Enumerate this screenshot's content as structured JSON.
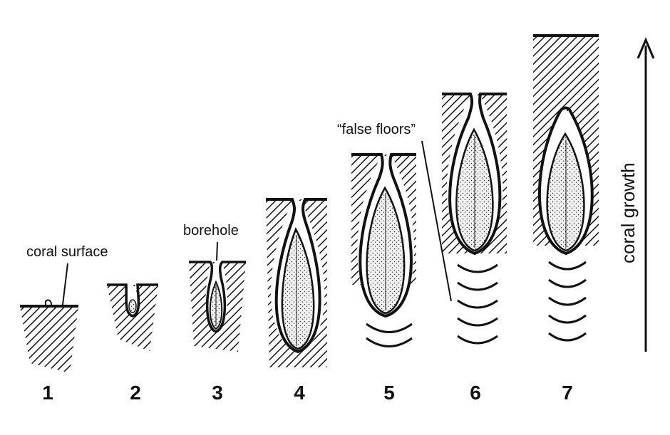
{
  "labels": {
    "coral_surface": "coral surface",
    "borehole": "borehole",
    "false_floors": "“false floors”",
    "coral_growth": "coral growth"
  },
  "stages": [
    {
      "number": "1"
    },
    {
      "number": "2"
    },
    {
      "number": "3"
    },
    {
      "number": "4"
    },
    {
      "number": "5"
    },
    {
      "number": "6"
    },
    {
      "number": "7"
    }
  ],
  "colors": {
    "ink": "#111111",
    "background": "#ffffff"
  }
}
